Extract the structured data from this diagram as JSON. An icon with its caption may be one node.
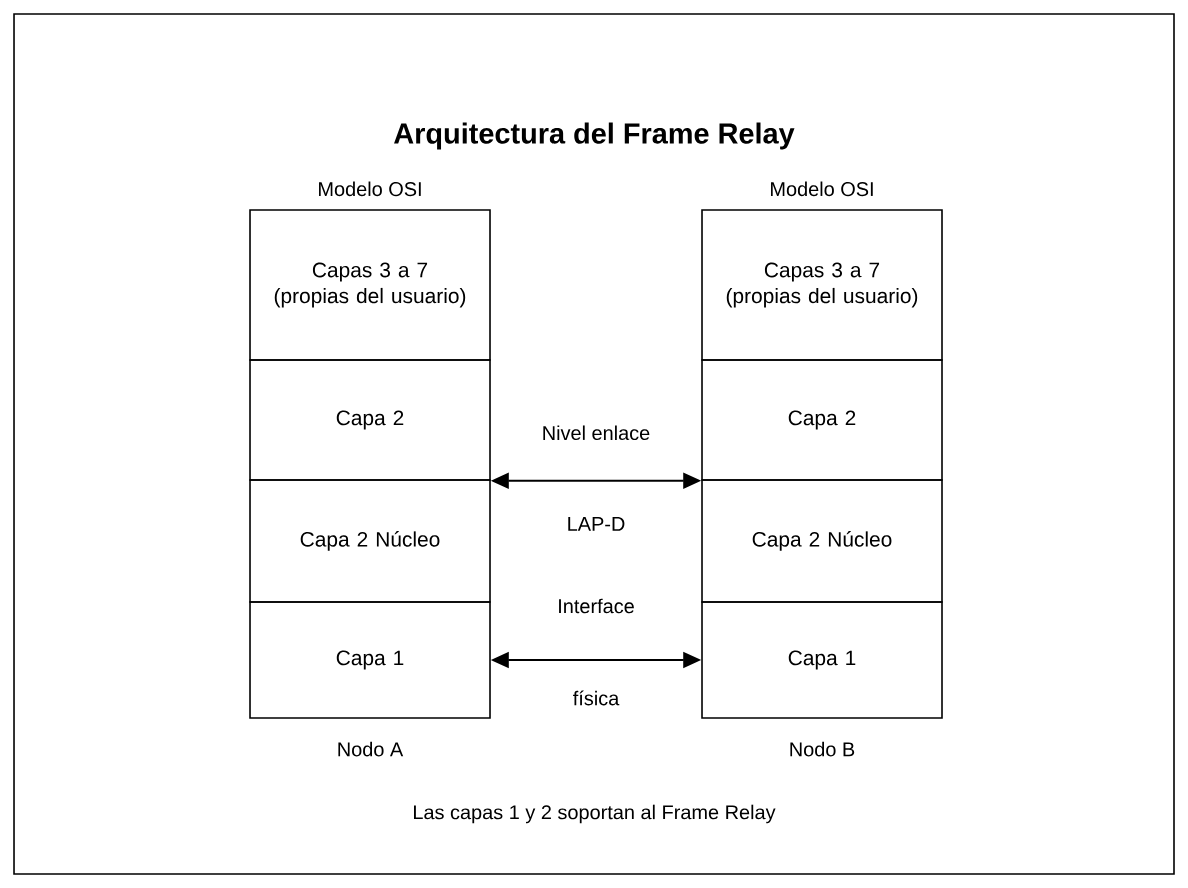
{
  "diagram": {
    "title": "Arquitectura del Frame Relay",
    "caption": "Las capas 1 y 2 soportan al Frame Relay",
    "nodes": [
      {
        "text": [
          "Capas 3 a 7 (propias del usuario)"
        ],
        "beside": [
          "Modelo OSI"
        ]
      },
      {
        "text": [
          "Capa 2"
        ]
      },
      {
        "text": [
          "Capa 2 Núcleo"
        ]
      },
      {
        "text": [
          "Capa 1"
        ],
        "beside": [
          "Nodo A"
        ]
      },
      {
        "text": [
          "Capas 3 a 7 (propias del usuario)"
        ],
        "beside": [
          "Modelo OSI"
        ]
      },
      {
        "text": [
          "Capa 2"
        ]
      },
      {
        "text": [
          "Capa 2 Núcleo"
        ]
      },
      {
        "text": [
          "Capa 1"
        ],
        "beside": [
          "Nodo B"
        ]
      }
    ],
    "edges": [
      {
        "from": 1,
        "to": 5,
        "arrow": "both",
        "label": "Nivel enlace"
      },
      {
        "from": 3,
        "to": 7,
        "arrow": "both",
        "label": "Interface"
      }
    ],
    "labels": [
      "LAP-D",
      "física"
    ]
  }
}
